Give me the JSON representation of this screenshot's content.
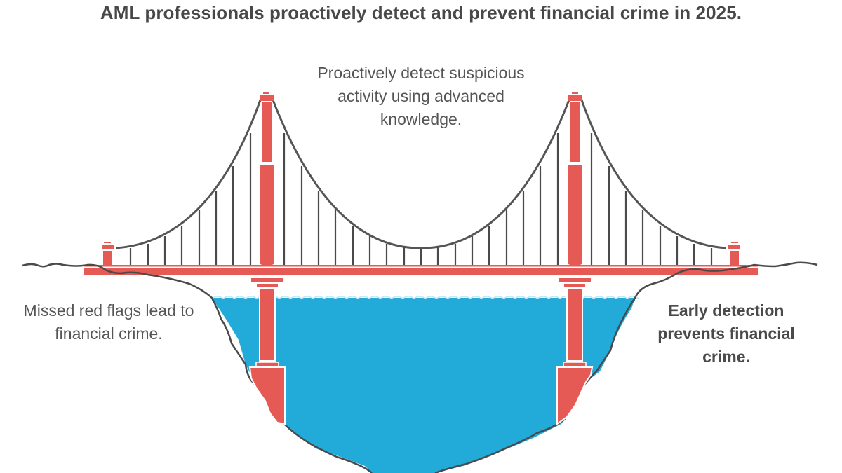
{
  "title": "AML professionals proactively detect and prevent financial crime in 2025.",
  "labels": {
    "top": "Proactively detect suspicious activity using advanced knowledge.",
    "left": "Missed red flags lead to financial crime.",
    "right": "Early detection prevents financial crime."
  },
  "colors": {
    "bridge": "#e55a55",
    "cable": "#555555",
    "water": "#22aad9",
    "ground_outline": "#4a4a4a",
    "text": "#555555",
    "background": "#ffffff"
  },
  "illustration": {
    "subject": "suspension-bridge-over-water",
    "towers": 2,
    "left_bank_meaning": "left",
    "right_bank_meaning": "right",
    "top_meaning": "top"
  }
}
